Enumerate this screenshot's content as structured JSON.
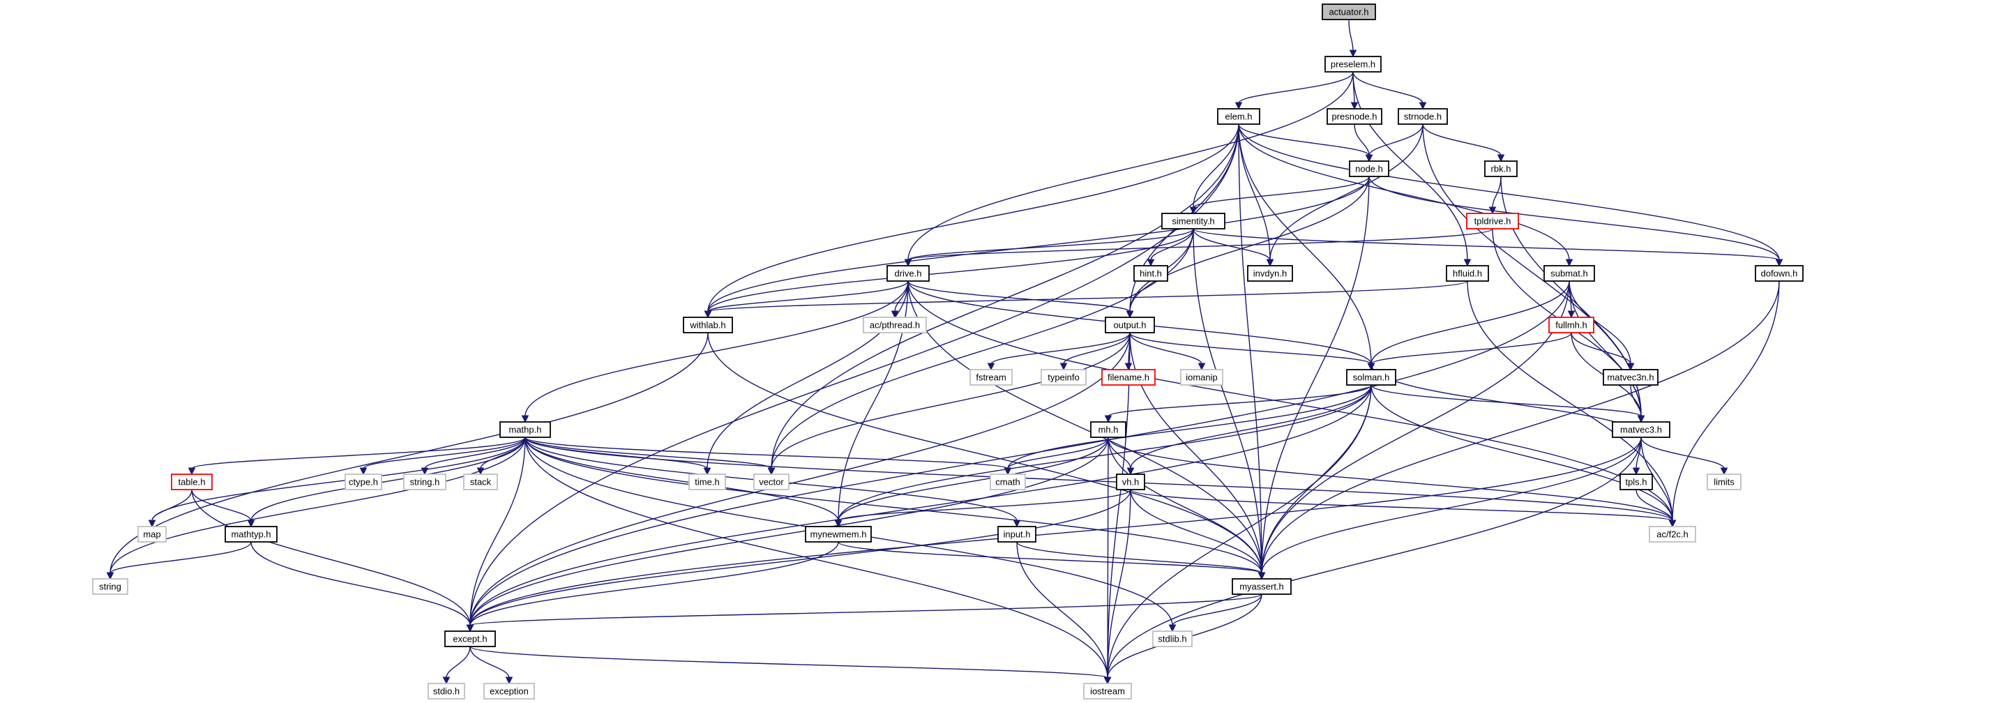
{
  "graph": {
    "title": "",
    "colors": {
      "edge": "#191970",
      "normal_border": "#000000",
      "external_border": "#bfbfbf",
      "truncated_border": "#ff0000",
      "root_fill": "#bfbfbf",
      "node_fill": "#ffffff",
      "text": "#000000"
    },
    "nodes": [
      {
        "id": "actuator",
        "label": "actuator.h",
        "kind": "root"
      },
      {
        "id": "preselem",
        "label": "preselem.h",
        "kind": "normal"
      },
      {
        "id": "elem",
        "label": "elem.h",
        "kind": "normal"
      },
      {
        "id": "presnode",
        "label": "presnode.h",
        "kind": "normal"
      },
      {
        "id": "strnode",
        "label": "strnode.h",
        "kind": "normal"
      },
      {
        "id": "node",
        "label": "node.h",
        "kind": "normal"
      },
      {
        "id": "rbk",
        "label": "rbk.h",
        "kind": "normal"
      },
      {
        "id": "simentity",
        "label": "simentity.h",
        "kind": "normal"
      },
      {
        "id": "tpldrive",
        "label": "tpldrive.h",
        "kind": "truncated"
      },
      {
        "id": "hint",
        "label": "hint.h",
        "kind": "normal"
      },
      {
        "id": "invdyn",
        "label": "invdyn.h",
        "kind": "normal"
      },
      {
        "id": "dofown",
        "label": "dofown.h",
        "kind": "normal"
      },
      {
        "id": "drive",
        "label": "drive.h",
        "kind": "normal"
      },
      {
        "id": "hfluid",
        "label": "hfluid.h",
        "kind": "normal"
      },
      {
        "id": "submat",
        "label": "submat.h",
        "kind": "normal"
      },
      {
        "id": "withlab",
        "label": "withlab.h",
        "kind": "normal"
      },
      {
        "id": "acpthread",
        "label": "ac/pthread.h",
        "kind": "external"
      },
      {
        "id": "output",
        "label": "output.h",
        "kind": "normal"
      },
      {
        "id": "fullmh",
        "label": "fullmh.h",
        "kind": "truncated"
      },
      {
        "id": "fstream",
        "label": "fstream",
        "kind": "external"
      },
      {
        "id": "typeinfo",
        "label": "typeinfo",
        "kind": "external"
      },
      {
        "id": "filename",
        "label": "filename.h",
        "kind": "truncated"
      },
      {
        "id": "iomanip",
        "label": "iomanip",
        "kind": "external"
      },
      {
        "id": "solman",
        "label": "solman.h",
        "kind": "normal"
      },
      {
        "id": "matvec3n",
        "label": "matvec3n.h",
        "kind": "normal"
      },
      {
        "id": "mathp",
        "label": "mathp.h",
        "kind": "normal"
      },
      {
        "id": "mh",
        "label": "mh.h",
        "kind": "normal"
      },
      {
        "id": "matvec3",
        "label": "matvec3.h",
        "kind": "normal"
      },
      {
        "id": "table",
        "label": "table.h",
        "kind": "truncated"
      },
      {
        "id": "ctype",
        "label": "ctype.h",
        "kind": "external"
      },
      {
        "id": "stringh",
        "label": "string.h",
        "kind": "external"
      },
      {
        "id": "stack",
        "label": "stack",
        "kind": "external"
      },
      {
        "id": "timeh",
        "label": "time.h",
        "kind": "external"
      },
      {
        "id": "vector",
        "label": "vector",
        "kind": "external"
      },
      {
        "id": "cmath",
        "label": "cmath",
        "kind": "external"
      },
      {
        "id": "vh",
        "label": "vh.h",
        "kind": "normal"
      },
      {
        "id": "tpls",
        "label": "tpls.h",
        "kind": "normal"
      },
      {
        "id": "limits",
        "label": "limits",
        "kind": "external"
      },
      {
        "id": "map",
        "label": "map",
        "kind": "external"
      },
      {
        "id": "mathtyp",
        "label": "mathtyp.h",
        "kind": "normal"
      },
      {
        "id": "mynewmem",
        "label": "mynewmem.h",
        "kind": "normal"
      },
      {
        "id": "input",
        "label": "input.h",
        "kind": "normal"
      },
      {
        "id": "acf2c",
        "label": "ac/f2c.h",
        "kind": "external"
      },
      {
        "id": "string",
        "label": "string",
        "kind": "external"
      },
      {
        "id": "myassert",
        "label": "myassert.h",
        "kind": "normal"
      },
      {
        "id": "stdlib",
        "label": "stdlib.h",
        "kind": "external"
      },
      {
        "id": "except",
        "label": "except.h",
        "kind": "normal"
      },
      {
        "id": "stdio",
        "label": "stdio.h",
        "kind": "external"
      },
      {
        "id": "exception",
        "label": "exception",
        "kind": "external"
      },
      {
        "id": "iostream",
        "label": "iostream",
        "kind": "external"
      }
    ],
    "edges": [
      [
        "actuator",
        "preselem"
      ],
      [
        "preselem",
        "elem"
      ],
      [
        "preselem",
        "presnode"
      ],
      [
        "preselem",
        "strnode"
      ],
      [
        "preselem",
        "drive"
      ],
      [
        "preselem",
        "hfluid"
      ],
      [
        "elem",
        "node"
      ],
      [
        "elem",
        "simentity"
      ],
      [
        "elem",
        "invdyn"
      ],
      [
        "elem",
        "dofown"
      ],
      [
        "elem",
        "withlab"
      ],
      [
        "elem",
        "output"
      ],
      [
        "elem",
        "solman"
      ],
      [
        "elem",
        "submat"
      ],
      [
        "elem",
        "vector"
      ],
      [
        "elem",
        "except"
      ],
      [
        "elem",
        "myassert"
      ],
      [
        "presnode",
        "node"
      ],
      [
        "strnode",
        "node"
      ],
      [
        "strnode",
        "rbk"
      ],
      [
        "strnode",
        "invdyn"
      ],
      [
        "strnode",
        "matvec3"
      ],
      [
        "node",
        "simentity"
      ],
      [
        "node",
        "dofown"
      ],
      [
        "node",
        "withlab"
      ],
      [
        "node",
        "output"
      ],
      [
        "node",
        "myassert"
      ],
      [
        "rbk",
        "tpldrive"
      ],
      [
        "rbk",
        "matvec3"
      ],
      [
        "tpldrive",
        "drive"
      ],
      [
        "tpldrive",
        "matvec3"
      ],
      [
        "simentity",
        "hint"
      ],
      [
        "simentity",
        "invdyn"
      ],
      [
        "simentity",
        "dofown"
      ],
      [
        "simentity",
        "drive"
      ],
      [
        "simentity",
        "withlab"
      ],
      [
        "simentity",
        "output"
      ],
      [
        "simentity",
        "vector"
      ],
      [
        "simentity",
        "myassert"
      ],
      [
        "dofown",
        "acf2c"
      ],
      [
        "dofown",
        "myassert"
      ],
      [
        "drive",
        "acpthread"
      ],
      [
        "drive",
        "withlab"
      ],
      [
        "drive",
        "output"
      ],
      [
        "drive",
        "solman"
      ],
      [
        "drive",
        "mathp"
      ],
      [
        "drive",
        "timeh"
      ],
      [
        "drive",
        "mynewmem"
      ],
      [
        "drive",
        "acf2c"
      ],
      [
        "drive",
        "myassert"
      ],
      [
        "hfluid",
        "withlab"
      ],
      [
        "hfluid",
        "acf2c"
      ],
      [
        "submat",
        "solman"
      ],
      [
        "submat",
        "fullmh"
      ],
      [
        "submat",
        "matvec3n"
      ],
      [
        "submat",
        "matvec3"
      ],
      [
        "submat",
        "except"
      ],
      [
        "submat",
        "myassert"
      ],
      [
        "withlab",
        "string"
      ],
      [
        "withlab",
        "myassert"
      ],
      [
        "output",
        "fstream"
      ],
      [
        "output",
        "typeinfo"
      ],
      [
        "output",
        "filename"
      ],
      [
        "output",
        "iomanip"
      ],
      [
        "output",
        "solman"
      ],
      [
        "output",
        "vector"
      ],
      [
        "output",
        "except"
      ],
      [
        "output",
        "myassert"
      ],
      [
        "output",
        "iostream"
      ],
      [
        "fullmh",
        "solman"
      ],
      [
        "fullmh",
        "matvec3n"
      ],
      [
        "fullmh",
        "matvec3"
      ],
      [
        "matvec3n",
        "matvec3"
      ],
      [
        "solman",
        "mh"
      ],
      [
        "solman",
        "vh"
      ],
      [
        "solman",
        "matvec3"
      ],
      [
        "solman",
        "cmath"
      ],
      [
        "solman",
        "mynewmem"
      ],
      [
        "solman",
        "acf2c"
      ],
      [
        "solman",
        "myassert"
      ],
      [
        "solman",
        "except"
      ],
      [
        "solman",
        "iostream"
      ],
      [
        "mathp",
        "table"
      ],
      [
        "mathp",
        "ctype"
      ],
      [
        "mathp",
        "stringh"
      ],
      [
        "mathp",
        "stack"
      ],
      [
        "mathp",
        "timeh"
      ],
      [
        "mathp",
        "vector"
      ],
      [
        "mathp",
        "cmath"
      ],
      [
        "mathp",
        "map"
      ],
      [
        "mathp",
        "mathtyp"
      ],
      [
        "mathp",
        "mynewmem"
      ],
      [
        "mathp",
        "input"
      ],
      [
        "mathp",
        "string"
      ],
      [
        "mathp",
        "myassert"
      ],
      [
        "mathp",
        "except"
      ],
      [
        "mathp",
        "stdlib"
      ],
      [
        "mathp",
        "iostream"
      ],
      [
        "mathp",
        "acf2c"
      ],
      [
        "mh",
        "vh"
      ],
      [
        "mh",
        "cmath"
      ],
      [
        "mh",
        "mynewmem"
      ],
      [
        "mh",
        "except"
      ],
      [
        "mh",
        "myassert"
      ],
      [
        "mh",
        "acf2c"
      ],
      [
        "mh",
        "iostream"
      ],
      [
        "matvec3",
        "solman"
      ],
      [
        "matvec3",
        "tpls"
      ],
      [
        "matvec3",
        "limits"
      ],
      [
        "matvec3",
        "acf2c"
      ],
      [
        "matvec3",
        "myassert"
      ],
      [
        "matvec3",
        "except"
      ],
      [
        "matvec3",
        "iostream"
      ],
      [
        "table",
        "map"
      ],
      [
        "table",
        "mathtyp"
      ],
      [
        "table",
        "except"
      ],
      [
        "vh",
        "mynewmem"
      ],
      [
        "vh",
        "acf2c"
      ],
      [
        "vh",
        "myassert"
      ],
      [
        "vh",
        "except"
      ],
      [
        "vh",
        "iostream"
      ],
      [
        "tpls",
        "acf2c"
      ],
      [
        "mathtyp",
        "string"
      ],
      [
        "mathtyp",
        "except"
      ],
      [
        "mynewmem",
        "except"
      ],
      [
        "mynewmem",
        "myassert"
      ],
      [
        "input",
        "myassert"
      ],
      [
        "input",
        "iostream"
      ],
      [
        "myassert",
        "except"
      ],
      [
        "myassert",
        "stdlib"
      ],
      [
        "myassert",
        "iostream"
      ],
      [
        "except",
        "stdio"
      ],
      [
        "except",
        "exception"
      ],
      [
        "except",
        "iostream"
      ]
    ]
  }
}
